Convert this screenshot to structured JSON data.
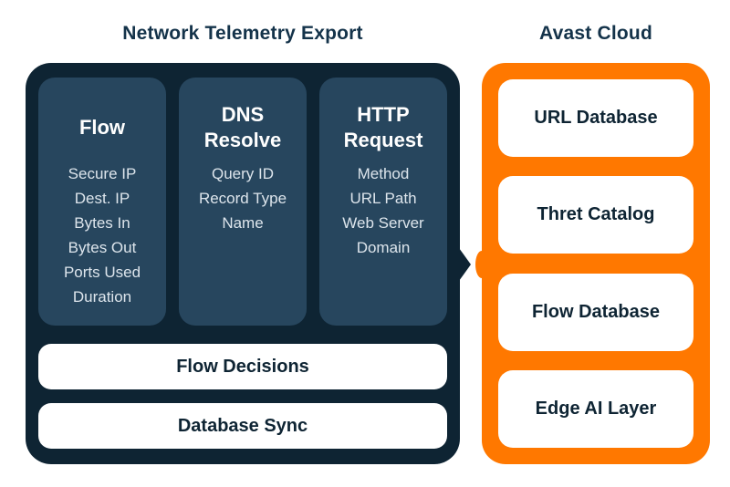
{
  "titles": {
    "left": "Network Telemetry Export",
    "right": "Avast Cloud"
  },
  "telemetry_panel": {
    "columns": [
      {
        "heading": "Flow",
        "items": [
          "Secure IP",
          "Dest. IP",
          "Bytes In",
          "Bytes Out",
          "Ports Used",
          "Duration"
        ]
      },
      {
        "heading": "DNS Resolve",
        "items": [
          "Query ID",
          "Record Type",
          "Name"
        ]
      },
      {
        "heading": "HTTP Request",
        "items": [
          "Method",
          "URL Path",
          "Web Server Domain"
        ]
      }
    ],
    "bars": [
      "Flow Decisions",
      "Database Sync"
    ]
  },
  "cloud_panel": {
    "boxes": [
      "URL Database",
      "Thret Catalog",
      "Flow Database",
      "Edge AI Layer"
    ]
  },
  "colors": {
    "panel_navy": "#0E2433",
    "column_slate": "#27465E",
    "cloud_orange": "#FF7800",
    "title_navy": "#14334A",
    "item_text": "#DDE5EC",
    "card_white": "#FFFFFF"
  }
}
